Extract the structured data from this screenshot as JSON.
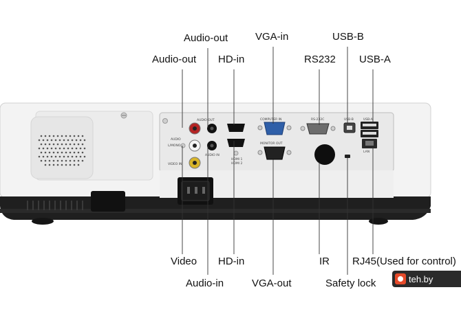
{
  "labels": {
    "audio_out_top": "Audio-out",
    "vga_in": "VGA-in",
    "usb_b": "USB-B",
    "audio_out_left": "Audio-out",
    "hd_in_top": "HD-in",
    "rs232": "RS232",
    "usb_a": "USB-A",
    "video": "Video",
    "hd_in_bottom": "HD-in",
    "ir": "IR",
    "rj45": "RJ45(Used for control)",
    "audio_in": "Audio-in",
    "vga_out": "VGA-out",
    "safety_lock": "Safety lock"
  },
  "panel_text": {
    "audio_out": "AUDIO OUT",
    "audio": "AUDIO",
    "l_mono_r": "L/MONO",
    "video_in": "VIDEO IN",
    "audio_in": "AUDIO IN",
    "hdmi1": "HDMI 1",
    "hdmi2": "HDMI 2",
    "computer_in": "COMPUTER IN",
    "monitor_out": "MONITOR OUT",
    "rs232c": "RS-232C",
    "usb_b": "USB-B",
    "usb_a": "USB-A",
    "lan": "LAN"
  },
  "watermark": {
    "text": "teh.by"
  },
  "colors": {
    "body": "#f2f2f2",
    "panel": "#e9e9e9",
    "base": "#1e1e1e",
    "vga_blue": "#2f5fa8",
    "rca_red": "#b42424",
    "rca_white": "#f4f4f4",
    "rca_yellow": "#d8b52a",
    "watermark_bg": "#2b2b2b",
    "watermark_logo": "#e64b2b"
  }
}
